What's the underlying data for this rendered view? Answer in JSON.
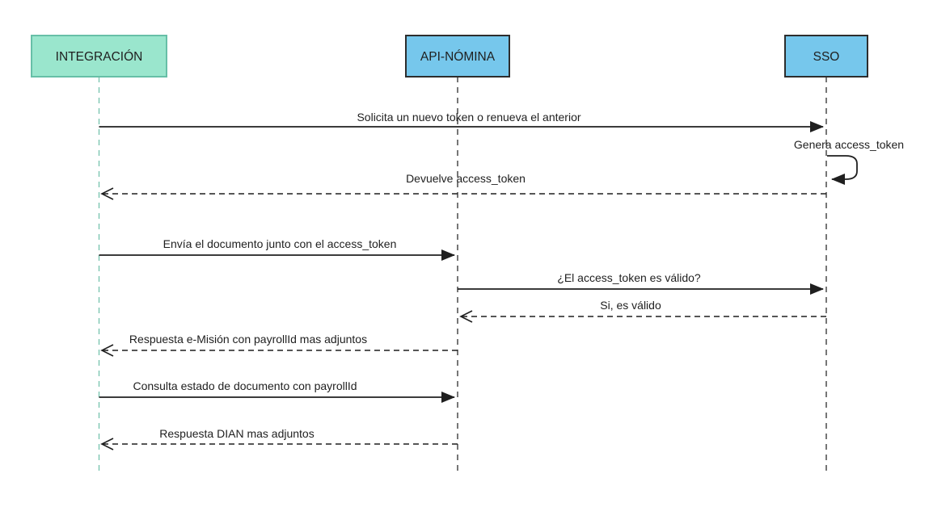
{
  "diagram": {
    "type": "sequence",
    "actors": [
      {
        "id": "integracion",
        "label": "INTEGRACIÓN",
        "fill": "#9AE6CD",
        "border": "#67BFA7",
        "lifeline_color": "#74C2AD"
      },
      {
        "id": "api-nomina",
        "label": "API-NÓMINA",
        "fill": "#76C7EC",
        "border": "#2D2D2D",
        "lifeline_color": "#2D2D2D"
      },
      {
        "id": "sso",
        "label": "SSO",
        "fill": "#76C7EC",
        "border": "#2D2D2D",
        "lifeline_color": "#2D2D2D"
      }
    ],
    "messages": [
      {
        "from": "INTEGRACIÓN",
        "to": "SSO",
        "label": "Solicita un nuevo token o renueva el anterior",
        "line": "solid",
        "arrow": "filled"
      },
      {
        "from": "SSO",
        "to": "SSO",
        "label": "Genera access_token",
        "line": "solid",
        "arrow": "filled",
        "self_message": true
      },
      {
        "from": "SSO",
        "to": "INTEGRACIÓN",
        "label": "Devuelve access_token",
        "line": "dashed",
        "arrow": "open"
      },
      {
        "from": "INTEGRACIÓN",
        "to": "API-NÓMINA",
        "label": "Envía el documento junto con el access_token",
        "line": "solid",
        "arrow": "filled"
      },
      {
        "from": "API-NÓMINA",
        "to": "SSO",
        "label": "¿El access_token es válido?",
        "line": "solid",
        "arrow": "filled"
      },
      {
        "from": "SSO",
        "to": "API-NÓMINA",
        "label": "Si, es válido",
        "line": "dashed",
        "arrow": "open"
      },
      {
        "from": "API-NÓMINA",
        "to": "INTEGRACIÓN",
        "label": "Respuesta e-Misión con payrollId mas adjuntos",
        "line": "dashed",
        "arrow": "open"
      },
      {
        "from": "INTEGRACIÓN",
        "to": "API-NÓMINA",
        "label": "Consulta estado de documento con payrollId",
        "line": "solid",
        "arrow": "filled"
      },
      {
        "from": "API-NÓMINA",
        "to": "INTEGRACIÓN",
        "label": "Respuesta DIAN mas adjuntos",
        "line": "dashed",
        "arrow": "open"
      }
    ]
  },
  "colors": {
    "background": "#FFFFFF",
    "line": "#1F1F1F",
    "text": "#1F1F1F",
    "actor_teal_fill": "#9AE6CD",
    "actor_teal_border": "#67BFA7",
    "actor_blue_fill": "#76C7EC",
    "actor_blue_border": "#2D2D2D",
    "lifeline_teal": "#74C2AD"
  }
}
